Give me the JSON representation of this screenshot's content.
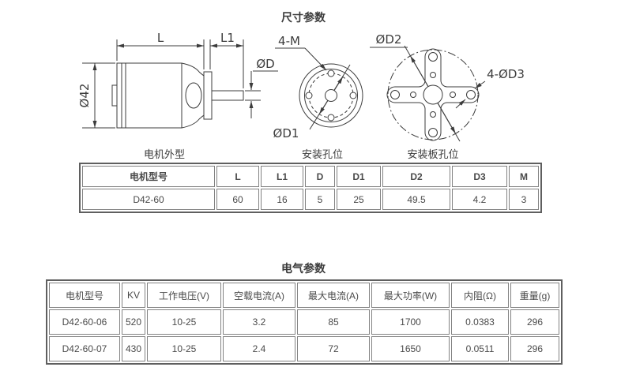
{
  "dimension_section": {
    "title": "尺寸参数",
    "captions": {
      "motor_outline": "电机外型",
      "mounting_holes": "安装孔位",
      "mounting_plate_holes": "安装板孔位"
    },
    "labels": {
      "L": "L",
      "L1": "L1",
      "OD": "ØD",
      "O42": "Ø42",
      "fourM": "4-M",
      "OD1": "ØD1",
      "OD2": "ØD2",
      "fourOD3": "4-ØD3"
    },
    "table": {
      "headers": [
        "电机型号",
        "L",
        "L1",
        "D",
        "D1",
        "D2",
        "D3",
        "M"
      ],
      "rows": [
        [
          "D42-60",
          "60",
          "16",
          "5",
          "25",
          "49.5",
          "4.2",
          "3"
        ]
      ]
    }
  },
  "electrical_section": {
    "title": "电气参数",
    "table": {
      "headers": [
        "电机型号",
        "KV",
        "工作电压(V)",
        "空载电流(A)",
        "最大电流(A)",
        "最大功率(W)",
        "内阻(Ω)",
        "重量(g)"
      ],
      "rows": [
        [
          "D42-60-06",
          "520",
          "10-25",
          "3.2",
          "85",
          "1700",
          "0.0383",
          "296"
        ],
        [
          "D42-60-07",
          "430",
          "10-25",
          "2.4",
          "72",
          "1650",
          "0.0511",
          "296"
        ]
      ]
    }
  },
  "colors": {
    "drawing_line": "#3c3c3c",
    "table_text": "#4a4a4a",
    "table_cell_border": "#828282",
    "table_outer_border": "#5f5f5f",
    "background": "#ffffff"
  }
}
